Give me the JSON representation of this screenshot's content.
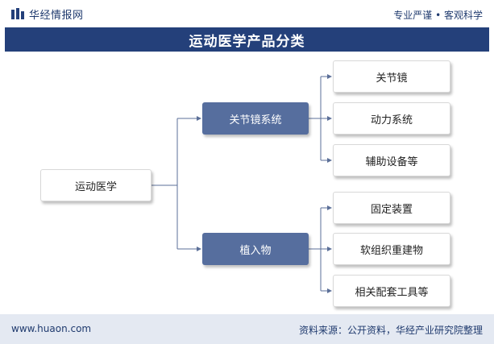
{
  "header": {
    "brand": "华经情报网",
    "tagline": "专业严谨 • 客观科学",
    "logo_icon": "huajing-logo-icon"
  },
  "title": "运动医学产品分类",
  "tree": {
    "root": "运动医学",
    "branches": [
      {
        "label": "关节镜系统",
        "children": [
          "关节镜",
          "动力系统",
          "辅助设备等"
        ]
      },
      {
        "label": "植入物",
        "children": [
          "固定装置",
          "软组织重建物",
          "相关配套工具等"
        ]
      }
    ]
  },
  "footer": {
    "site": "www.huaon.com",
    "source": "资料来源：公开资料，华经产业研究院整理"
  },
  "colors": {
    "title_bar": "#24407a",
    "branch_node": "#566e9e",
    "connector": "#5b6f98",
    "footer_bg": "#e4e9f2"
  }
}
